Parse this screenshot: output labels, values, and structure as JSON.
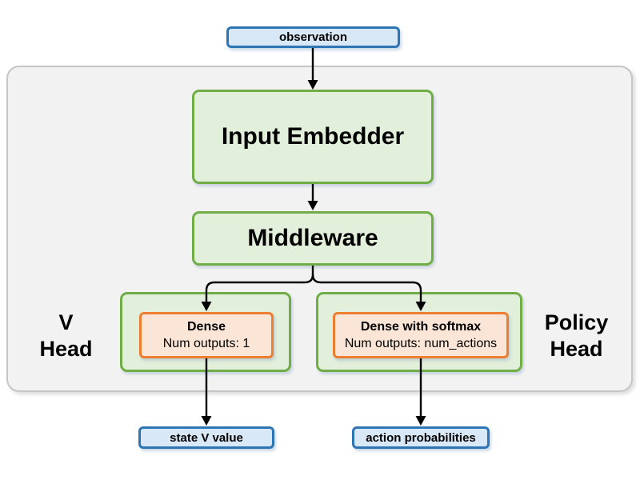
{
  "diagram": {
    "input": {
      "label": "observation"
    },
    "network": {
      "input_embedder": "Input Embedder",
      "middleware": "Middleware"
    },
    "v_head": {
      "label_lines": [
        "V",
        "Head"
      ],
      "dense": {
        "title": "Dense",
        "subtitle": "Num outputs: 1"
      },
      "output": "state V value"
    },
    "policy_head": {
      "label_lines": [
        "Policy",
        "Head"
      ],
      "dense": {
        "title": "Dense with softmax",
        "subtitle": "Num outputs: num_actions"
      },
      "output": "action probabilities"
    },
    "edges": [
      {
        "from": "observation",
        "to": "Input Embedder"
      },
      {
        "from": "Input Embedder",
        "to": "Middleware"
      },
      {
        "from": "Middleware",
        "to": "Dense"
      },
      {
        "from": "Middleware",
        "to": "Dense with softmax"
      },
      {
        "from": "Dense",
        "to": "state V value"
      },
      {
        "from": "Dense with softmax",
        "to": "action probabilities"
      }
    ],
    "colors": {
      "green_border": "#70ad47",
      "green_fill": "#e2efda",
      "orange_border": "#ed7d31",
      "orange_fill": "#fbe5d6",
      "blue_border": "#2e75b6",
      "blue_fill": "#d9e8f6",
      "container_fill": "#f2f2f2",
      "container_border": "#c6c6c6",
      "arrow": "#000000"
    }
  }
}
